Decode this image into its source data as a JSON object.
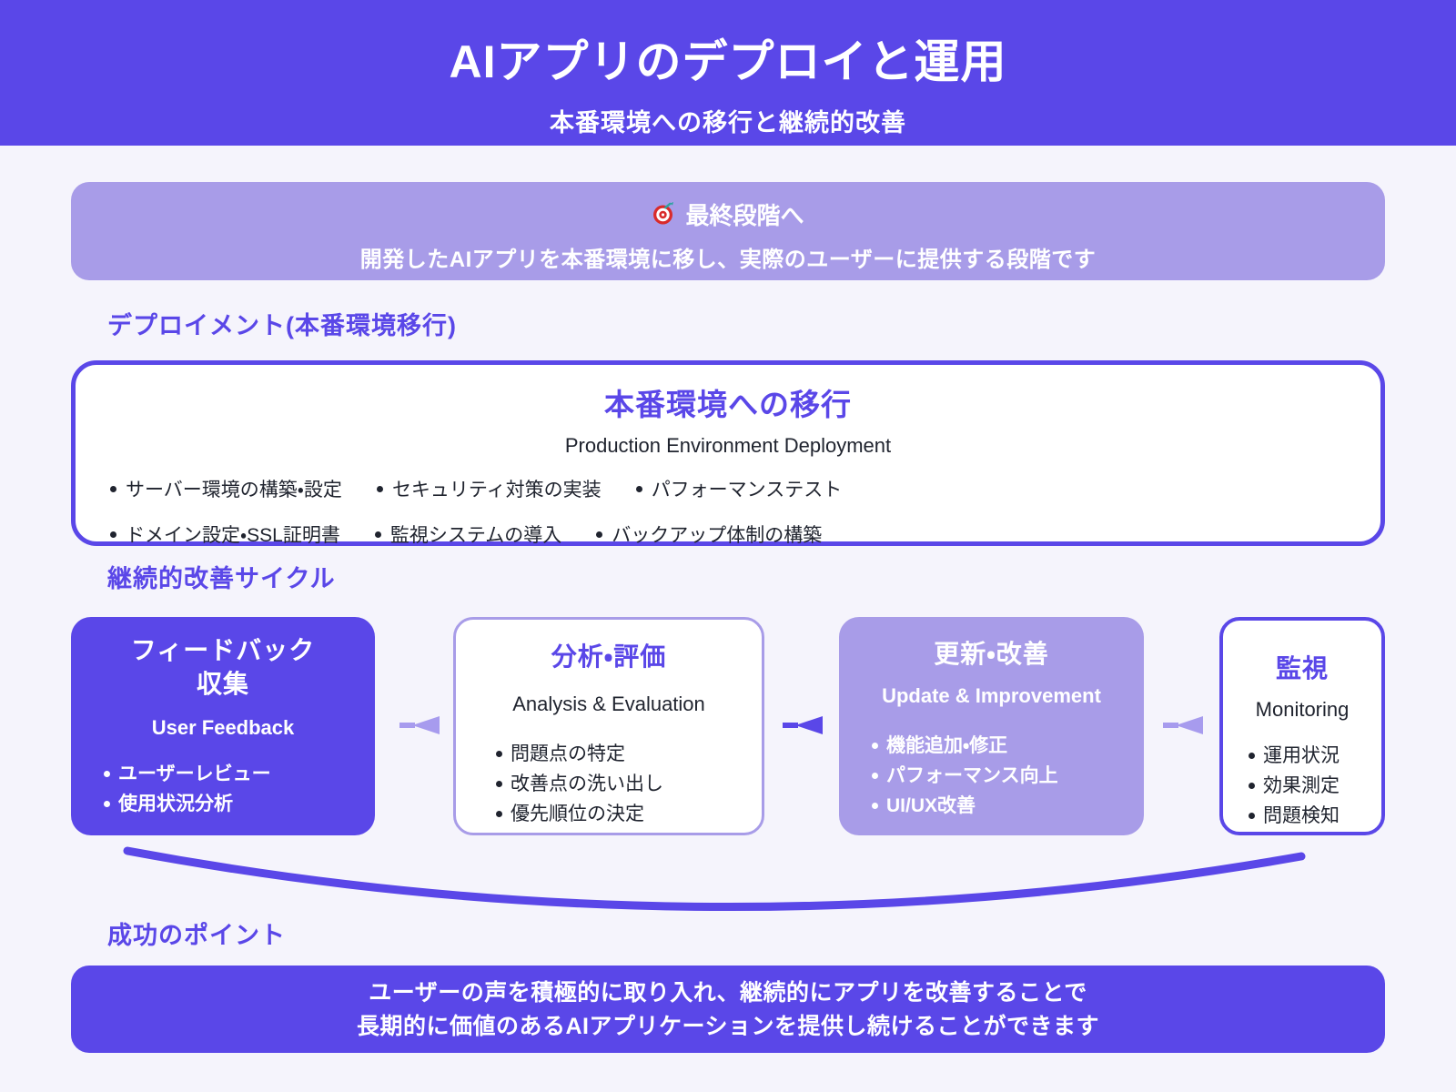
{
  "colors": {
    "primary_purple": "#5a47e8",
    "light_purple": "#a89ce8",
    "arrow_light": "#a79bee",
    "page_background": "#f5f4fc",
    "text_dark": "#20242f",
    "text_white": "#ffffff"
  },
  "header": {
    "title": "AIアプリのデプロイと運用",
    "subtitle": "本番環境への移行と継続的改善"
  },
  "goal_banner": {
    "icon": "target-icon",
    "title": "最終段階へ",
    "description": "開発したAIアプリを本番環境に移し、実際のユーザーに提供する段階です"
  },
  "deployment": {
    "section_label": "デプロイメント(本番環境移行)",
    "card": {
      "title": "本番環境への移行",
      "subtitle": "Production Environment Deployment",
      "bullets_row1": [
        "サーバー環境の構築・設定",
        "セキュリティ対策の実装",
        "パフォーマンステスト"
      ],
      "bullets_row2": [
        "ドメイン設定・SSL証明書",
        "監視システムの導入",
        "バックアップ体制の構築"
      ]
    }
  },
  "cycle": {
    "section_label": "継続的改善サイクル",
    "boxes": [
      {
        "title": "フィードバック\n収集",
        "subtitle": "User Feedback",
        "bullets": [
          "ユーザーレビュー",
          "使用状況分析"
        ]
      },
      {
        "title": "分析・評価",
        "subtitle": "Analysis & Evaluation",
        "bullets": [
          "問題点の特定",
          "改善点の洗い出し",
          "優先順位の決定"
        ]
      },
      {
        "title": "更新・改善",
        "subtitle": "Update & Improvement",
        "bullets": [
          "機能追加・修正",
          "パフォーマンス向上",
          "UI/UX改善"
        ]
      },
      {
        "title": "監視",
        "subtitle": "Monitoring",
        "bullets": [
          "運用状況",
          "効果測定",
          "問題検知"
        ]
      }
    ]
  },
  "success": {
    "section_label": "成功のポイント",
    "line1": "ユーザーの声を積極的に取り入れ、継続的にアプリを改善することで",
    "line2": "長期的に価値のあるAIアプリケーションを提供し続けることができます"
  }
}
